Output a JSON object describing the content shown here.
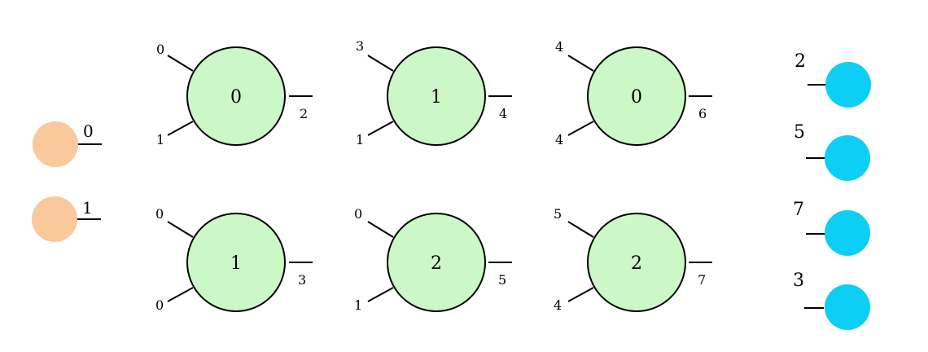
{
  "colors": {
    "input_node": "#f9c89b",
    "gate_fill": "#ccf7c6",
    "output_node": "#0dcef5",
    "line": "#000000"
  },
  "inputs": [
    {
      "label": "0"
    },
    {
      "label": "1"
    }
  ],
  "gates": [
    {
      "op": "0",
      "in_top": "0",
      "in_bottom": "1",
      "out": "2"
    },
    {
      "op": "1",
      "in_top": "3",
      "in_bottom": "1",
      "out": "4"
    },
    {
      "op": "0",
      "in_top": "4",
      "in_bottom": "4",
      "out": "6"
    },
    {
      "op": "1",
      "in_top": "0",
      "in_bottom": "0",
      "out": "3"
    },
    {
      "op": "2",
      "in_top": "0",
      "in_bottom": "1",
      "out": "5"
    },
    {
      "op": "2",
      "in_top": "5",
      "in_bottom": "4",
      "out": "7"
    }
  ],
  "outputs": [
    {
      "label": "2"
    },
    {
      "label": "5"
    },
    {
      "label": "7"
    },
    {
      "label": "3"
    }
  ]
}
